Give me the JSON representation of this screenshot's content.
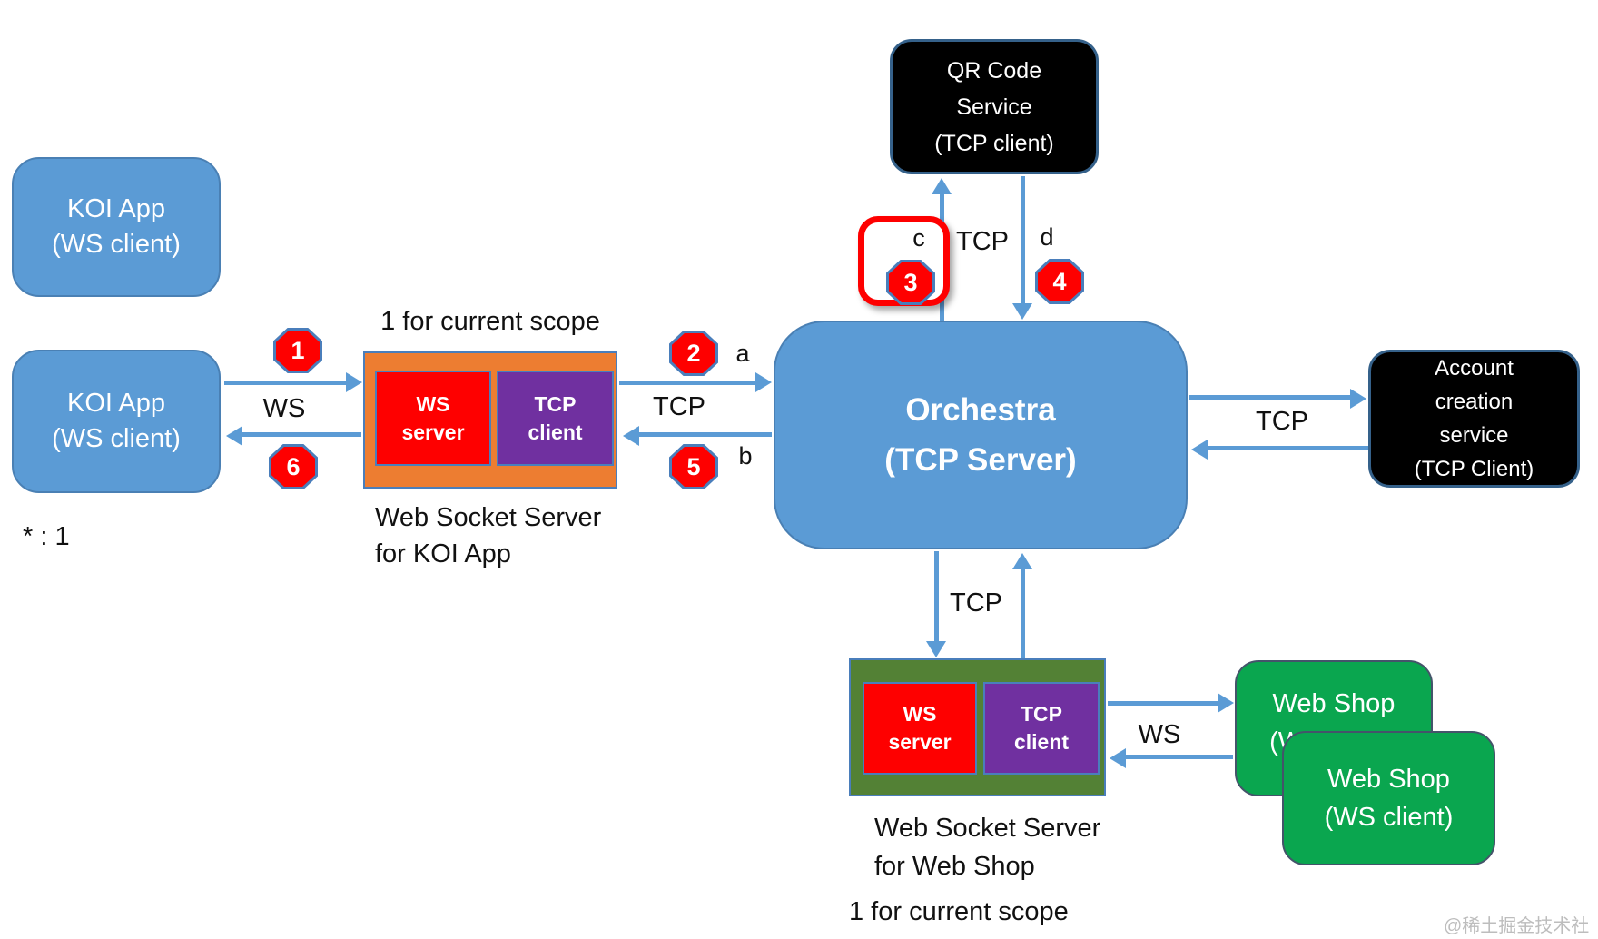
{
  "colors": {
    "arrow_blue": "#5b9bd5",
    "node_blue": "#5b9bd5",
    "node_blue_border": "#4a80b4",
    "black_box": "#000000",
    "black_box_border": "#35618a",
    "orange_container": "#ed7d31",
    "olive_container": "#538135",
    "inner_red": "#fe0000",
    "inner_purple": "#7030a0",
    "web_shop_green": "#0aa64f",
    "badge_red": "#fe0000",
    "badge_border": "#4a7ebb",
    "highlight_red": "#fe0000",
    "watermark_gray": "#bdbdbd"
  },
  "nodes": {
    "koi_app_top": {
      "line1": "KOI App",
      "line2": "(WS client)"
    },
    "koi_app": {
      "line1": "KOI App",
      "line2": "(WS client)"
    },
    "qr_service": {
      "line1": "QR Code",
      "line2": "Service",
      "line3": "(TCP client)"
    },
    "orchestra": {
      "line1": "Orchestra",
      "line2": "(TCP Server)"
    },
    "account_service": {
      "line1": "Account",
      "line2": "creation",
      "line3": "service",
      "line4": "(TCP Client)"
    },
    "ws_inner": {
      "line1": "WS",
      "line2": "server"
    },
    "tcp_inner": {
      "line1": "TCP",
      "line2": "client"
    },
    "web_shop_back": {
      "line1": "Web Shop",
      "line2": "(WS client)"
    },
    "web_shop_front": {
      "line1": "Web Shop",
      "line2": "(WS client)"
    }
  },
  "captions": {
    "scope_note_top": "1 for current scope",
    "wss_koi_line1": "Web Socket Server",
    "wss_koi_line2": "for KOI App",
    "cardinality": "* : 1",
    "wss_webshop_line1": "Web Socket Server",
    "wss_webshop_line2": "for Web Shop",
    "scope_note_bottom": "1 for current scope",
    "watermark": "@稀土掘金技术社区"
  },
  "edge_labels": {
    "ws_left": "WS",
    "tcp_left": "TCP",
    "tcp_top": "TCP",
    "tcp_right": "TCP",
    "tcp_bottom": "TCP",
    "ws_bottom": "WS"
  },
  "badges": {
    "n1": "1",
    "n2": "2",
    "n3": "3",
    "n4": "4",
    "n5": "5",
    "n6": "6"
  },
  "step_letters": {
    "a": "a",
    "b": "b",
    "c": "c",
    "d": "d"
  }
}
